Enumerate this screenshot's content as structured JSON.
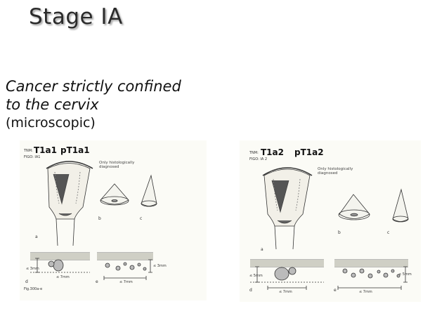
{
  "slide": {
    "title": "Stage IA",
    "subtitle_line1": "Cancer strictly confined",
    "subtitle_line2": "to the cervix",
    "subtitle_line3": "(microscopic)"
  },
  "figures": [
    {
      "tnm_prefix": "TNM:",
      "tnm": "T1a1",
      "ptnm": "pT1a1",
      "figo": "FIGO: IA1",
      "note_line1": "Only histologically",
      "note_line2": "diagnosed",
      "label_a": "a",
      "label_b": "b",
      "label_c": "c",
      "label_d": "d",
      "label_e": "e",
      "depth": "≤ 3mm",
      "width": "≤ 7mm",
      "caption": "Fig.300a-e"
    },
    {
      "tnm_prefix": "TNM:",
      "tnm": "T1a2",
      "ptnm": "pT1a2",
      "figo": "FIGO: IA 2",
      "note_line1": "Only histologically",
      "note_line2": "diagnosed",
      "label_a": "a",
      "label_b": "b",
      "label_c": "c",
      "label_d": "d",
      "label_e": "e",
      "depth": "≤ 5mm",
      "width": "≤ 7mm"
    }
  ]
}
